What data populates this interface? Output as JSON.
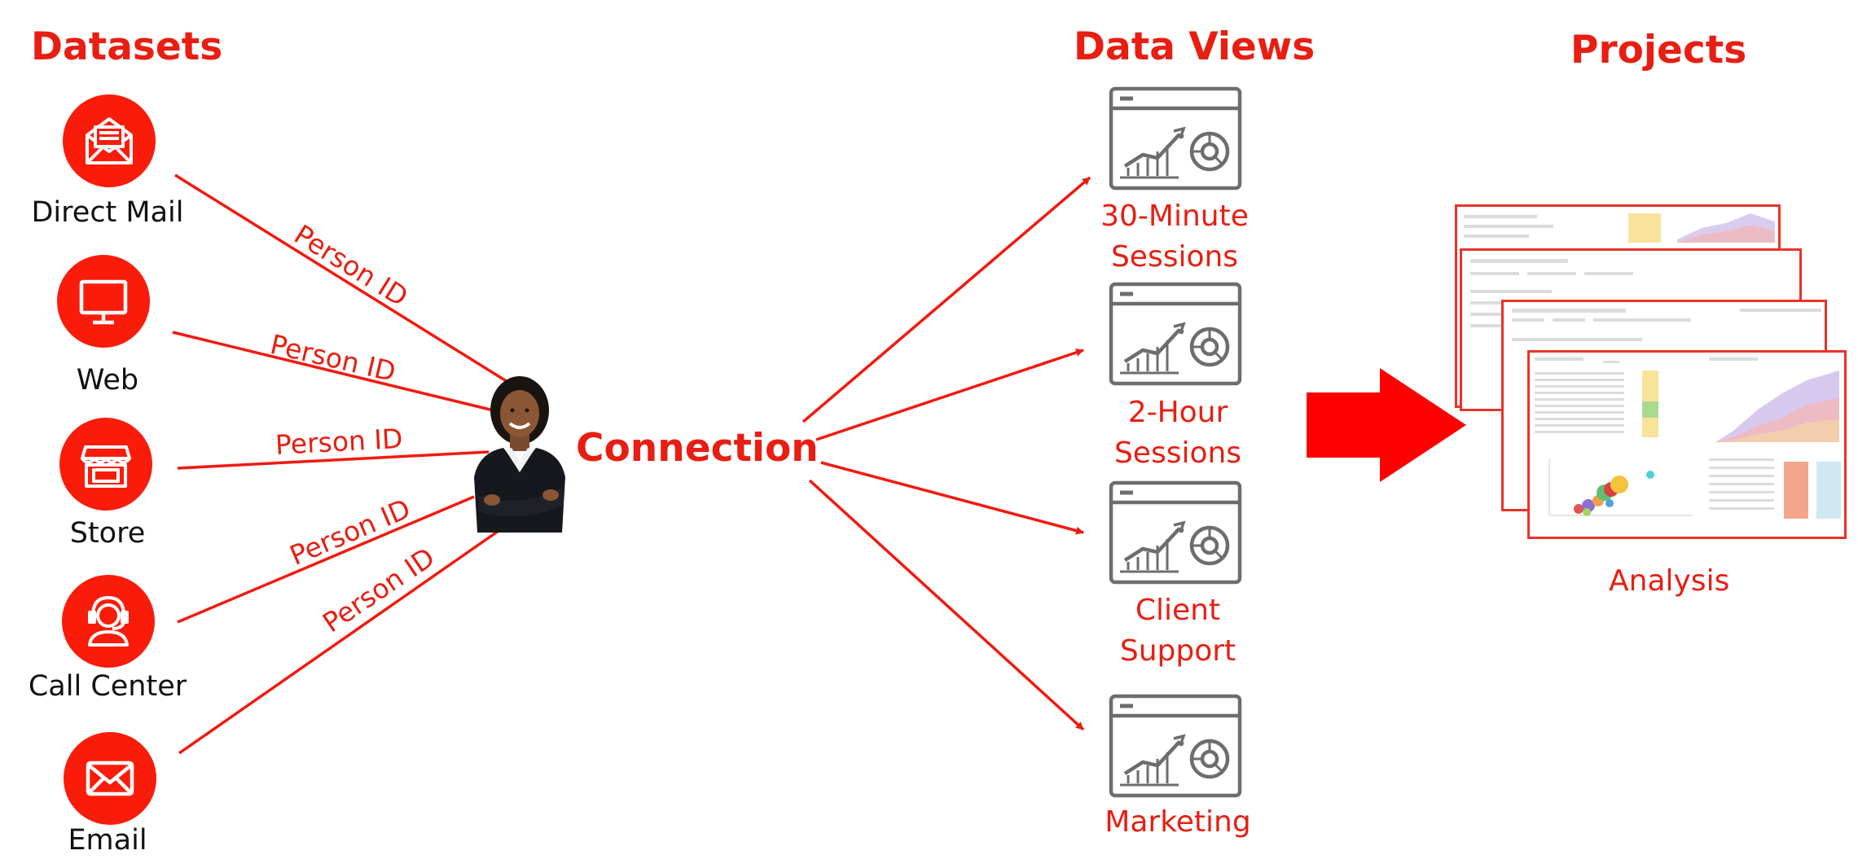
{
  "headings": {
    "datasets": "Datasets",
    "data_views": "Data Views",
    "projects": "Projects"
  },
  "datasets": [
    {
      "label": "Direct Mail",
      "icon": "open-mail-icon"
    },
    {
      "label": "Web",
      "icon": "monitor-icon"
    },
    {
      "label": "Store",
      "icon": "storefront-icon"
    },
    {
      "label": "Call Center",
      "icon": "headset-agent-icon"
    },
    {
      "label": "Email",
      "icon": "envelope-icon"
    }
  ],
  "edge_label": "Person ID",
  "connection": {
    "label": "Connection",
    "image": "person-photo"
  },
  "data_views": [
    {
      "line1": "30-Minute",
      "line2": "Sessions",
      "icon": "dashboard-chart-icon"
    },
    {
      "line1": "2-Hour",
      "line2": "Sessions",
      "icon": "dashboard-chart-icon"
    },
    {
      "line1": "Client",
      "line2": "Support",
      "icon": "dashboard-chart-icon"
    },
    {
      "line1": "Marketing",
      "line2": "",
      "icon": "dashboard-chart-icon"
    }
  ],
  "projects": {
    "label": "Analysis",
    "icon": "big-right-arrow"
  },
  "colors": {
    "accent": "#e81e12",
    "circle": "#fa1c0a",
    "icon_gray": "#6d6d6d",
    "text": "#111111"
  }
}
